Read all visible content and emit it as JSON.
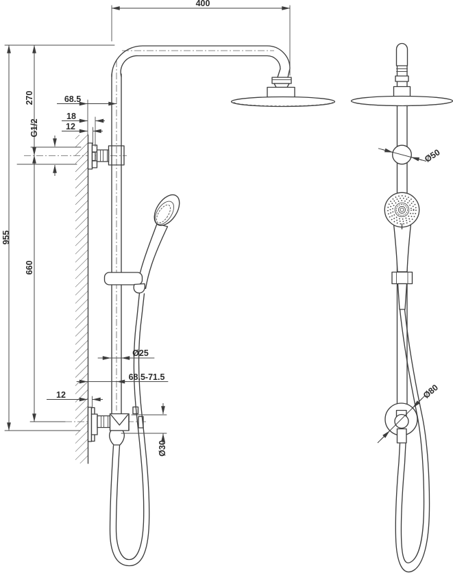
{
  "drawing": {
    "type": "technical-dimension-drawing",
    "subject": "shower-column-two-views",
    "ink_color": "#3c3c3c",
    "background_color": "#ffffff",
    "dims": {
      "top_width": "400",
      "wall_to_riser_top": "68.5",
      "offset_18": "18",
      "offset_12_top": "12",
      "thread_size": "G1/2",
      "total_height": "955",
      "top_section_height": "270",
      "rail_height": "660",
      "riser_diameter": "Ø25",
      "wall_to_riser_bottom": "68.5-71.5",
      "offset_12_bottom": "12",
      "outlet_diameter": "Ø30",
      "ball_joint_diameter": "Ø50",
      "escutcheon_diameter": "Ø80"
    }
  }
}
